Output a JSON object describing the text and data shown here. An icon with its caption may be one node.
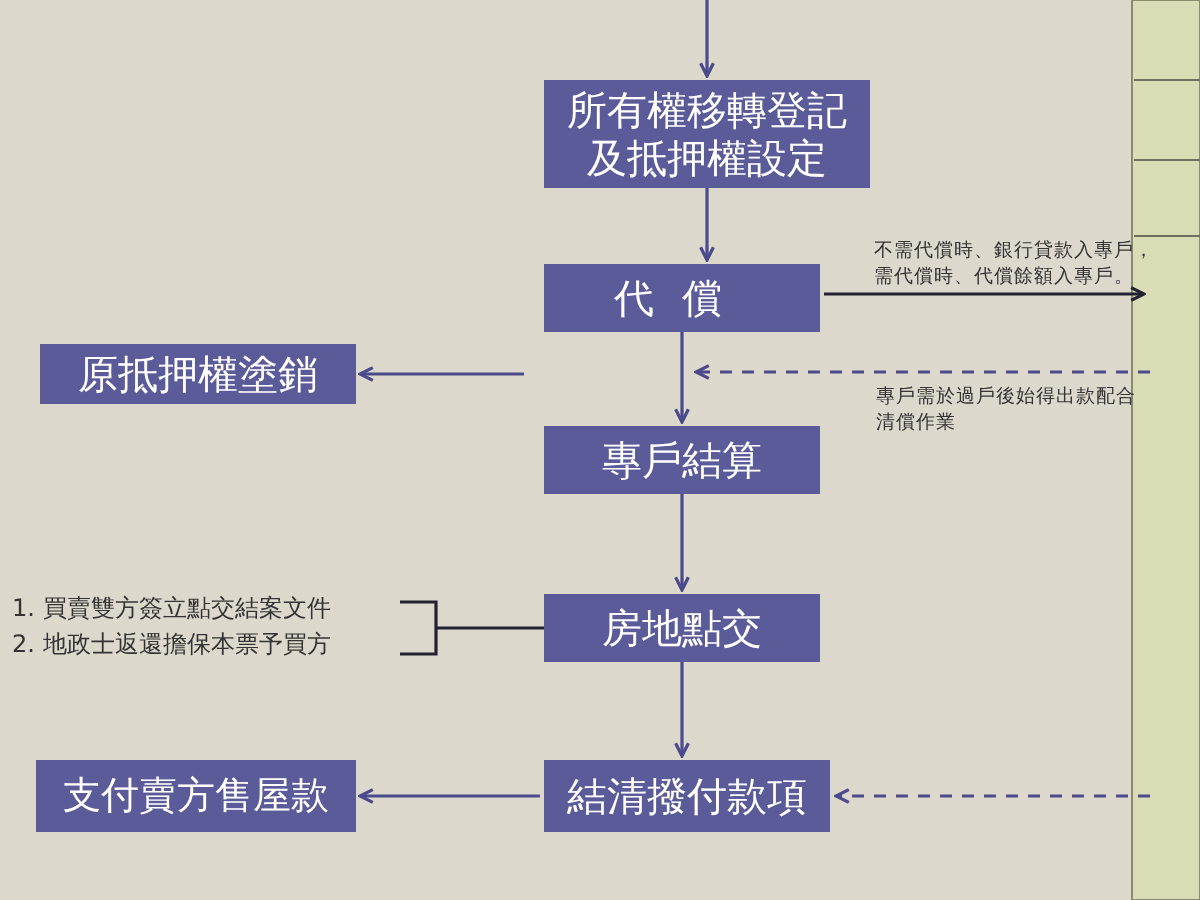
{
  "diagram": {
    "nodes": [
      {
        "text": [
          "所有權移轉登記及抵押權設定"
        ]
      },
      {
        "text": [
          "代償"
        ]
      },
      {
        "text": [
          "原抵押權塗銷"
        ]
      },
      {
        "text": [
          "專戶結算"
        ]
      },
      {
        "text": [
          "房地點交"
        ]
      },
      {
        "text": [
          "支付賣方售屋款"
        ]
      },
      {
        "text": [
          "結清撥付款項"
        ]
      },
      {
        "text": [
          "1. 買賣雙方簽立點交結案文件",
          "2. 地政士返還擔保本票予買方"
        ]
      }
    ],
    "edges": [
      {
        "from": null,
        "to": 0,
        "arrow": "to"
      },
      {
        "from": 0,
        "to": 1,
        "arrow": "to"
      },
      {
        "from": 1,
        "to": 2,
        "arrow": "to"
      },
      {
        "from": 1,
        "to": 3,
        "arrow": "to"
      },
      {
        "from": 3,
        "to": 4,
        "arrow": "to"
      },
      {
        "from": 4,
        "to": 6,
        "arrow": "to"
      },
      {
        "from": 6,
        "to": 5,
        "arrow": "to"
      },
      {
        "from": 1,
        "to": null,
        "arrow": "to",
        "label": "不需代償時、銀行貸款入專戶，需代償時、代償餘額入專戶。",
        "color": "#222233"
      },
      {
        "from": null,
        "to": 3,
        "arrow": "to",
        "style": "dashed",
        "label": "專戶需於過戶後始得出款配合清償作業"
      },
      {
        "from": null,
        "to": 6,
        "arrow": "to",
        "style": "dashed"
      },
      {
        "from": 7,
        "to": 4,
        "arrow": "none",
        "color": "#222233"
      }
    ]
  }
}
